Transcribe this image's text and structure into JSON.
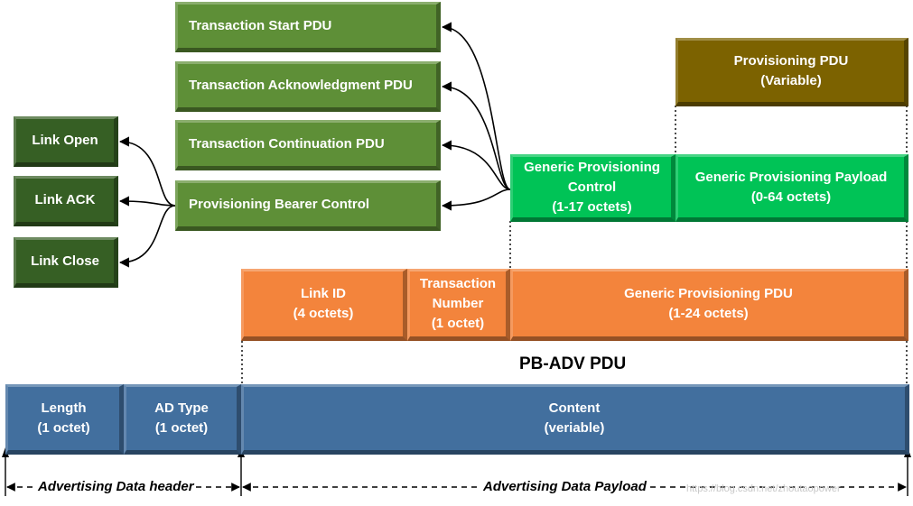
{
  "pdu_boxes": {
    "transaction_start": "Transaction Start PDU",
    "transaction_ack": "Transaction Acknowledgment  PDU",
    "transaction_continuation": "Transaction Continuation PDU",
    "bearer_control": "Provisioning Bearer Control"
  },
  "link_boxes": {
    "open": "Link Open",
    "ack": "Link ACK",
    "close": "Link Close"
  },
  "generic_provisioning": {
    "control": "Generic Provisioning\nControl\n(1-17 octets)",
    "payload": "Generic Provisioning Payload\n(0-64 octets)",
    "provisioning_pdu": "Provisioning PDU\n(Variable)"
  },
  "pb_adv": {
    "link_id": "Link ID\n(4 octets)",
    "transaction_number": "Transaction\nNumber\n(1 octet)",
    "generic_pdu": "Generic Provisioning PDU\n(1-24 octets)",
    "title": "PB-ADV PDU"
  },
  "advertising": {
    "length": "Length\n(1 octet)",
    "ad_type": "AD Type\n(1 octet)",
    "content": "Content\n(veriable)",
    "header_label": "Advertising Data header",
    "payload_label": "Advertising Data Payload"
  },
  "watermark": "https://blog.csdn.net/zhoutaopower",
  "colors": {
    "pdu_green": "#5e8f37",
    "link_dark_green": "#365f24",
    "generic_bright_green": "#00c356",
    "provisioning_olive": "#7c6200",
    "pb_adv_orange": "#f3843c",
    "advertising_blue": "#426f9e"
  }
}
